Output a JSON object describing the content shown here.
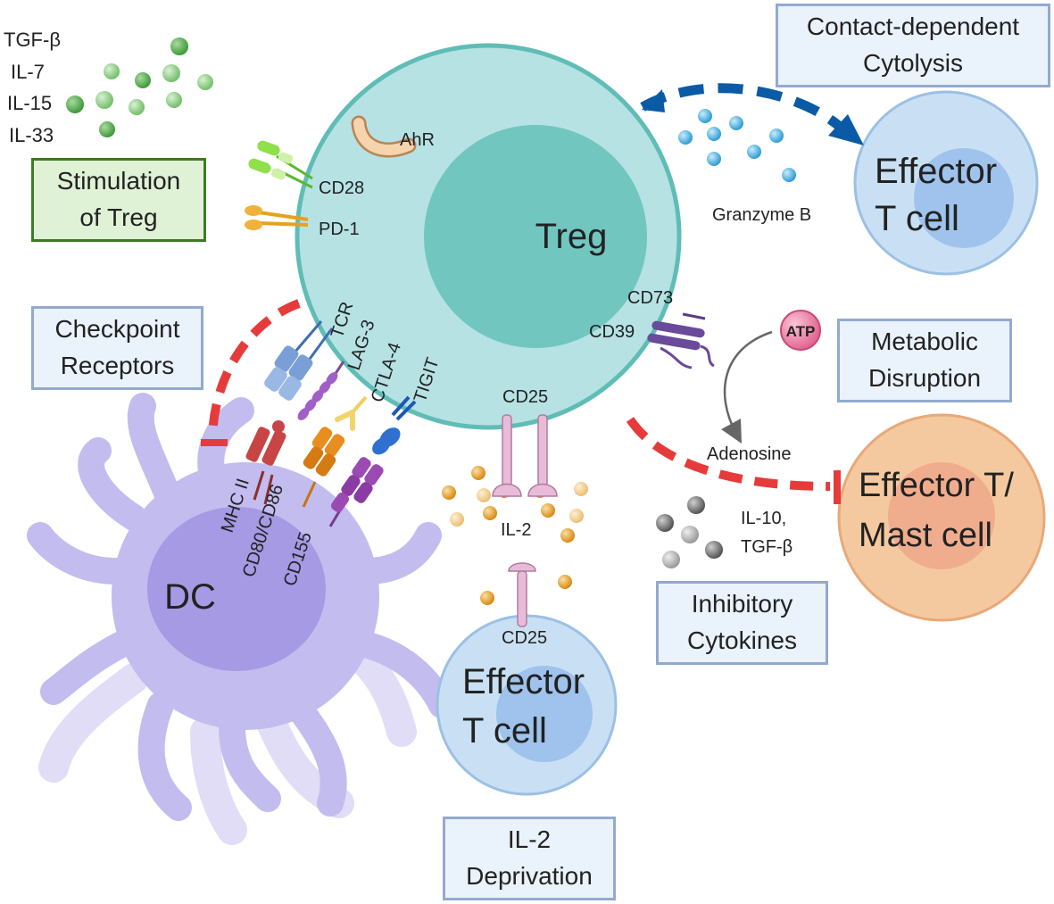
{
  "colors": {
    "treg_outer": "#b6e2e4",
    "treg_border": "#5fbdb6",
    "treg_nucleus": "#72c6c0",
    "effector_outer": "#c9e0f4",
    "effector_border": "#9cc0e4",
    "effector_nucleus": "#9fc3ec",
    "mast_outer": "#f5c99f",
    "mast_border": "#e8a97a",
    "mast_nucleus": "#efad8e",
    "dc_body": "#c3bcef",
    "dc_nucleus": "#a69ae4",
    "inhibition_red": "#e63b3b",
    "cytolysis_blue": "#0b5aa6",
    "cytokine_green": "#73bf6c",
    "granzyme_blue": "#3ea8d8",
    "il2_orange": "#e0941c",
    "inhibitory_gray": "#6b6b6b",
    "atp_pink": "#e8709a"
  },
  "cells": {
    "treg": "Treg",
    "dc": "DC",
    "effector_top": {
      "line1": "Effector",
      "line2": "T cell"
    },
    "effector_bottom": {
      "line1": "Effector",
      "line2": "T cell"
    },
    "mast": {
      "line1": "Effector T/",
      "line2": "Mast cell"
    }
  },
  "stimulus_cytokines": [
    "TGF-β",
    "IL-7",
    "IL-15",
    "IL-33"
  ],
  "receptors": {
    "ahr": "AhR",
    "cd28": "CD28",
    "pd1": "PD-1",
    "tcr": "TCR",
    "lag3": "LAG-3",
    "ctla4": "CTLA-4",
    "tigit": "TIGIT",
    "cd25_treg": "CD25",
    "cd25_effector": "CD25",
    "cd73": "CD73",
    "cd39": "CD39",
    "mhc2": "MHC II",
    "cd80_86": "CD80/CD86",
    "cd155": "CD155"
  },
  "molecules": {
    "granzyme": "Granzyme B",
    "atp": "ATP",
    "adenosine": "Adenosine",
    "il2": "IL-2",
    "il10_line1": "IL-10,",
    "il10_line2": "TGF-β"
  },
  "boxes": {
    "stimulation": "Stimulation\nof Treg",
    "cytolysis": "Contact-dependent\nCytolysis",
    "checkpoint": "Checkpoint\nReceptors",
    "metabolic": "Metabolic\nDisruption",
    "inhibitory": "Inhibitory\nCytokines",
    "il2_deprivation": "IL-2\nDeprivation"
  }
}
